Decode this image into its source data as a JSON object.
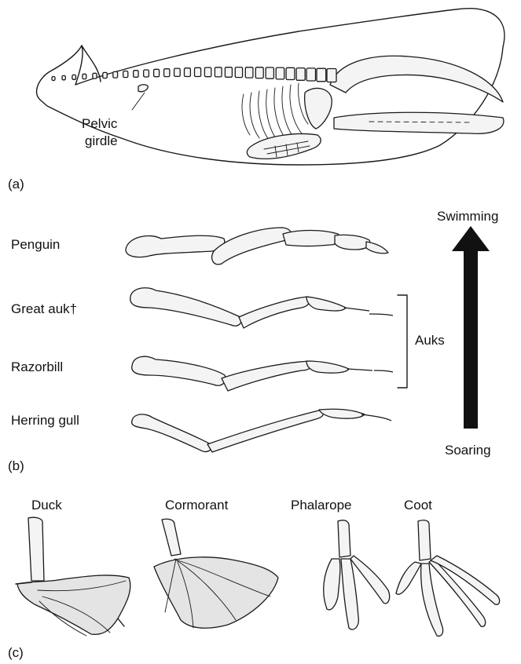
{
  "panel_a": {
    "letter": "(a)",
    "pelvic_label_line1": "Pelvic",
    "pelvic_label_line2": "girdle"
  },
  "panel_b": {
    "letter": "(b)",
    "birds": [
      {
        "name": "Penguin"
      },
      {
        "name": "Great auk†"
      },
      {
        "name": "Razorbill"
      },
      {
        "name": "Herring gull"
      }
    ],
    "group_label": "Auks",
    "arrow_top_label": "Swimming",
    "arrow_bottom_label": "Soaring"
  },
  "panel_c": {
    "letter": "(c)",
    "feet": [
      {
        "name": "Duck"
      },
      {
        "name": "Cormorant"
      },
      {
        "name": "Phalarope"
      },
      {
        "name": "Coot"
      }
    ]
  }
}
